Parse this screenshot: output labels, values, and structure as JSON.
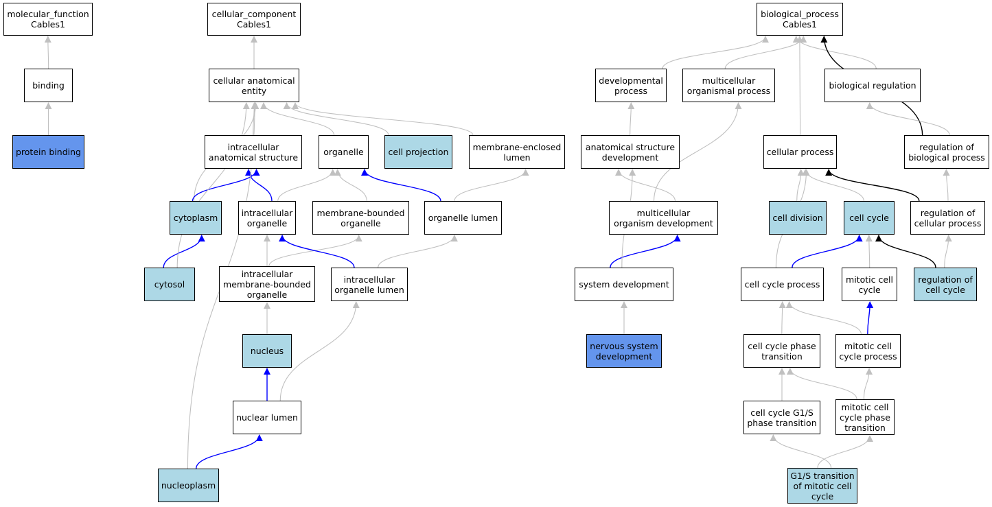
{
  "colors": {
    "selected": "#6495ed",
    "highlighted": "#add8e6",
    "plain": "#ffffff",
    "edge_gray": "#c0c0c0",
    "edge_blue": "#0000ff",
    "edge_black": "#000000"
  },
  "nodes": {
    "mf_root": {
      "label": "molecular_function\nCables1",
      "kind": "plain"
    },
    "binding": {
      "label": "binding",
      "kind": "plain"
    },
    "protein_binding": {
      "label": "protein binding",
      "kind": "selected"
    },
    "cc_root": {
      "label": "cellular_component\nCables1",
      "kind": "plain"
    },
    "cellular_anatomical_entity": {
      "label": "cellular anatomical\nentity",
      "kind": "plain"
    },
    "intracellular_anatomical_structure": {
      "label": "intracellular\nanatomical structure",
      "kind": "plain"
    },
    "organelle": {
      "label": "organelle",
      "kind": "plain"
    },
    "cell_projection": {
      "label": "cell projection",
      "kind": "highlighted"
    },
    "membrane_enclosed_lumen": {
      "label": "membrane-enclosed\nlumen",
      "kind": "plain"
    },
    "cytoplasm": {
      "label": "cytoplasm",
      "kind": "highlighted"
    },
    "intracellular_organelle": {
      "label": "intracellular\norganelle",
      "kind": "plain"
    },
    "membrane_bounded_organelle": {
      "label": "membrane-bounded\norganelle",
      "kind": "plain"
    },
    "organelle_lumen": {
      "label": "organelle lumen",
      "kind": "plain"
    },
    "cytosol": {
      "label": "cytosol",
      "kind": "highlighted"
    },
    "intracellular_membrane_bounded_organelle": {
      "label": "intracellular\nmembrane-bounded\norganelle",
      "kind": "plain"
    },
    "intracellular_organelle_lumen": {
      "label": "intracellular\norganelle lumen",
      "kind": "plain"
    },
    "nucleus": {
      "label": "nucleus",
      "kind": "highlighted"
    },
    "nuclear_lumen": {
      "label": "nuclear lumen",
      "kind": "plain"
    },
    "nucleoplasm": {
      "label": "nucleoplasm",
      "kind": "highlighted"
    },
    "bp_root": {
      "label": "biological_process\nCables1",
      "kind": "plain"
    },
    "developmental_process": {
      "label": "developmental\nprocess",
      "kind": "plain"
    },
    "multicellular_organismal_process": {
      "label": "multicellular\norganismal process",
      "kind": "plain"
    },
    "biological_regulation": {
      "label": "biological regulation",
      "kind": "plain"
    },
    "anatomical_structure_development": {
      "label": "anatomical structure\ndevelopment",
      "kind": "plain"
    },
    "cellular_process": {
      "label": "cellular process",
      "kind": "plain"
    },
    "regulation_of_biological_process": {
      "label": "regulation of\nbiological process",
      "kind": "plain"
    },
    "multicellular_organism_development": {
      "label": "multicellular\norganism development",
      "kind": "plain"
    },
    "cell_division": {
      "label": "cell division",
      "kind": "highlighted"
    },
    "cell_cycle": {
      "label": "cell cycle",
      "kind": "highlighted"
    },
    "regulation_of_cellular_process": {
      "label": "regulation of\ncellular process",
      "kind": "plain"
    },
    "system_development": {
      "label": "system development",
      "kind": "plain"
    },
    "cell_cycle_process": {
      "label": "cell cycle process",
      "kind": "plain"
    },
    "mitotic_cell_cycle": {
      "label": "mitotic cell\ncycle",
      "kind": "plain"
    },
    "regulation_of_cell_cycle": {
      "label": "regulation of\ncell cycle",
      "kind": "highlighted"
    },
    "nervous_system_development": {
      "label": "nervous system\ndevelopment",
      "kind": "selected"
    },
    "cell_cycle_phase_transition": {
      "label": "cell cycle phase\ntransition",
      "kind": "plain"
    },
    "mitotic_cell_cycle_process": {
      "label": "mitotic cell\ncycle process",
      "kind": "plain"
    },
    "cell_cycle_g1s_phase_transition": {
      "label": "cell cycle G1/S\nphase transition",
      "kind": "plain"
    },
    "mitotic_cell_cycle_phase_transition": {
      "label": "mitotic cell\ncycle phase\ntransition",
      "kind": "plain"
    },
    "g1s_transition_of_mitotic_cell_cycle": {
      "label": "G1/S transition\nof mitotic cell\ncycle",
      "kind": "highlighted"
    }
  },
  "edges": [
    {
      "from": "binding",
      "to": "mf_root",
      "style": "gray"
    },
    {
      "from": "protein_binding",
      "to": "binding",
      "style": "gray"
    },
    {
      "from": "cellular_anatomical_entity",
      "to": "cc_root",
      "style": "gray"
    },
    {
      "from": "intracellular_anatomical_structure",
      "to": "cellular_anatomical_entity",
      "style": "gray"
    },
    {
      "from": "organelle",
      "to": "cellular_anatomical_entity",
      "style": "gray"
    },
    {
      "from": "cell_projection",
      "to": "cellular_anatomical_entity",
      "style": "gray"
    },
    {
      "from": "membrane_enclosed_lumen",
      "to": "cellular_anatomical_entity",
      "style": "gray"
    },
    {
      "from": "cytoplasm",
      "to": "cellular_anatomical_entity",
      "style": "gray"
    },
    {
      "from": "cytoplasm",
      "to": "intracellular_anatomical_structure",
      "style": "blue"
    },
    {
      "from": "intracellular_organelle",
      "to": "intracellular_anatomical_structure",
      "style": "blue"
    },
    {
      "from": "intracellular_organelle",
      "to": "organelle",
      "style": "gray"
    },
    {
      "from": "membrane_bounded_organelle",
      "to": "organelle",
      "style": "gray"
    },
    {
      "from": "organelle_lumen",
      "to": "organelle",
      "style": "blue"
    },
    {
      "from": "organelle_lumen",
      "to": "membrane_enclosed_lumen",
      "style": "gray"
    },
    {
      "from": "cytosol",
      "to": "cytoplasm",
      "style": "blue"
    },
    {
      "from": "cytosol",
      "to": "cellular_anatomical_entity",
      "style": "gray"
    },
    {
      "from": "intracellular_membrane_bounded_organelle",
      "to": "intracellular_organelle",
      "style": "gray"
    },
    {
      "from": "intracellular_membrane_bounded_organelle",
      "to": "membrane_bounded_organelle",
      "style": "gray"
    },
    {
      "from": "intracellular_organelle_lumen",
      "to": "intracellular_organelle",
      "style": "blue"
    },
    {
      "from": "intracellular_organelle_lumen",
      "to": "organelle_lumen",
      "style": "gray"
    },
    {
      "from": "nucleus",
      "to": "intracellular_membrane_bounded_organelle",
      "style": "gray"
    },
    {
      "from": "nuclear_lumen",
      "to": "nucleus",
      "style": "blue"
    },
    {
      "from": "nuclear_lumen",
      "to": "intracellular_organelle_lumen",
      "style": "gray"
    },
    {
      "from": "nucleoplasm",
      "to": "nuclear_lumen",
      "style": "blue"
    },
    {
      "from": "nucleoplasm",
      "to": "cellular_anatomical_entity",
      "style": "gray"
    },
    {
      "from": "developmental_process",
      "to": "bp_root",
      "style": "gray"
    },
    {
      "from": "multicellular_organismal_process",
      "to": "bp_root",
      "style": "gray"
    },
    {
      "from": "cellular_process",
      "to": "bp_root",
      "style": "gray"
    },
    {
      "from": "biological_regulation",
      "to": "bp_root",
      "style": "gray"
    },
    {
      "from": "regulation_of_biological_process",
      "to": "bp_root",
      "style": "black"
    },
    {
      "from": "regulation_of_biological_process",
      "to": "biological_regulation",
      "style": "gray"
    },
    {
      "from": "anatomical_structure_development",
      "to": "developmental_process",
      "style": "gray"
    },
    {
      "from": "multicellular_organism_development",
      "to": "anatomical_structure_development",
      "style": "gray"
    },
    {
      "from": "multicellular_organism_development",
      "to": "multicellular_organismal_process",
      "style": "gray"
    },
    {
      "from": "system_development",
      "to": "multicellular_organism_development",
      "style": "blue"
    },
    {
      "from": "system_development",
      "to": "anatomical_structure_development",
      "style": "gray"
    },
    {
      "from": "nervous_system_development",
      "to": "system_development",
      "style": "gray"
    },
    {
      "from": "cell_division",
      "to": "cellular_process",
      "style": "gray"
    },
    {
      "from": "cell_cycle",
      "to": "cellular_process",
      "style": "gray"
    },
    {
      "from": "regulation_of_cellular_process",
      "to": "cellular_process",
      "style": "black"
    },
    {
      "from": "regulation_of_cellular_process",
      "to": "regulation_of_biological_process",
      "style": "gray"
    },
    {
      "from": "cell_cycle_process",
      "to": "cell_cycle",
      "style": "blue"
    },
    {
      "from": "cell_cycle_process",
      "to": "cellular_process",
      "style": "gray"
    },
    {
      "from": "mitotic_cell_cycle",
      "to": "cell_cycle",
      "style": "gray"
    },
    {
      "from": "regulation_of_cell_cycle",
      "to": "cell_cycle",
      "style": "black"
    },
    {
      "from": "regulation_of_cell_cycle",
      "to": "regulation_of_cellular_process",
      "style": "gray"
    },
    {
      "from": "cell_cycle_phase_transition",
      "to": "cell_cycle_process",
      "style": "gray"
    },
    {
      "from": "mitotic_cell_cycle_process",
      "to": "mitotic_cell_cycle",
      "style": "blue"
    },
    {
      "from": "mitotic_cell_cycle_process",
      "to": "cell_cycle_process",
      "style": "gray"
    },
    {
      "from": "cell_cycle_g1s_phase_transition",
      "to": "cell_cycle_phase_transition",
      "style": "gray"
    },
    {
      "from": "mitotic_cell_cycle_phase_transition",
      "to": "cell_cycle_phase_transition",
      "style": "gray"
    },
    {
      "from": "mitotic_cell_cycle_phase_transition",
      "to": "mitotic_cell_cycle_process",
      "style": "gray"
    },
    {
      "from": "g1s_transition_of_mitotic_cell_cycle",
      "to": "cell_cycle_g1s_phase_transition",
      "style": "gray"
    },
    {
      "from": "g1s_transition_of_mitotic_cell_cycle",
      "to": "mitotic_cell_cycle_phase_transition",
      "style": "gray"
    }
  ]
}
